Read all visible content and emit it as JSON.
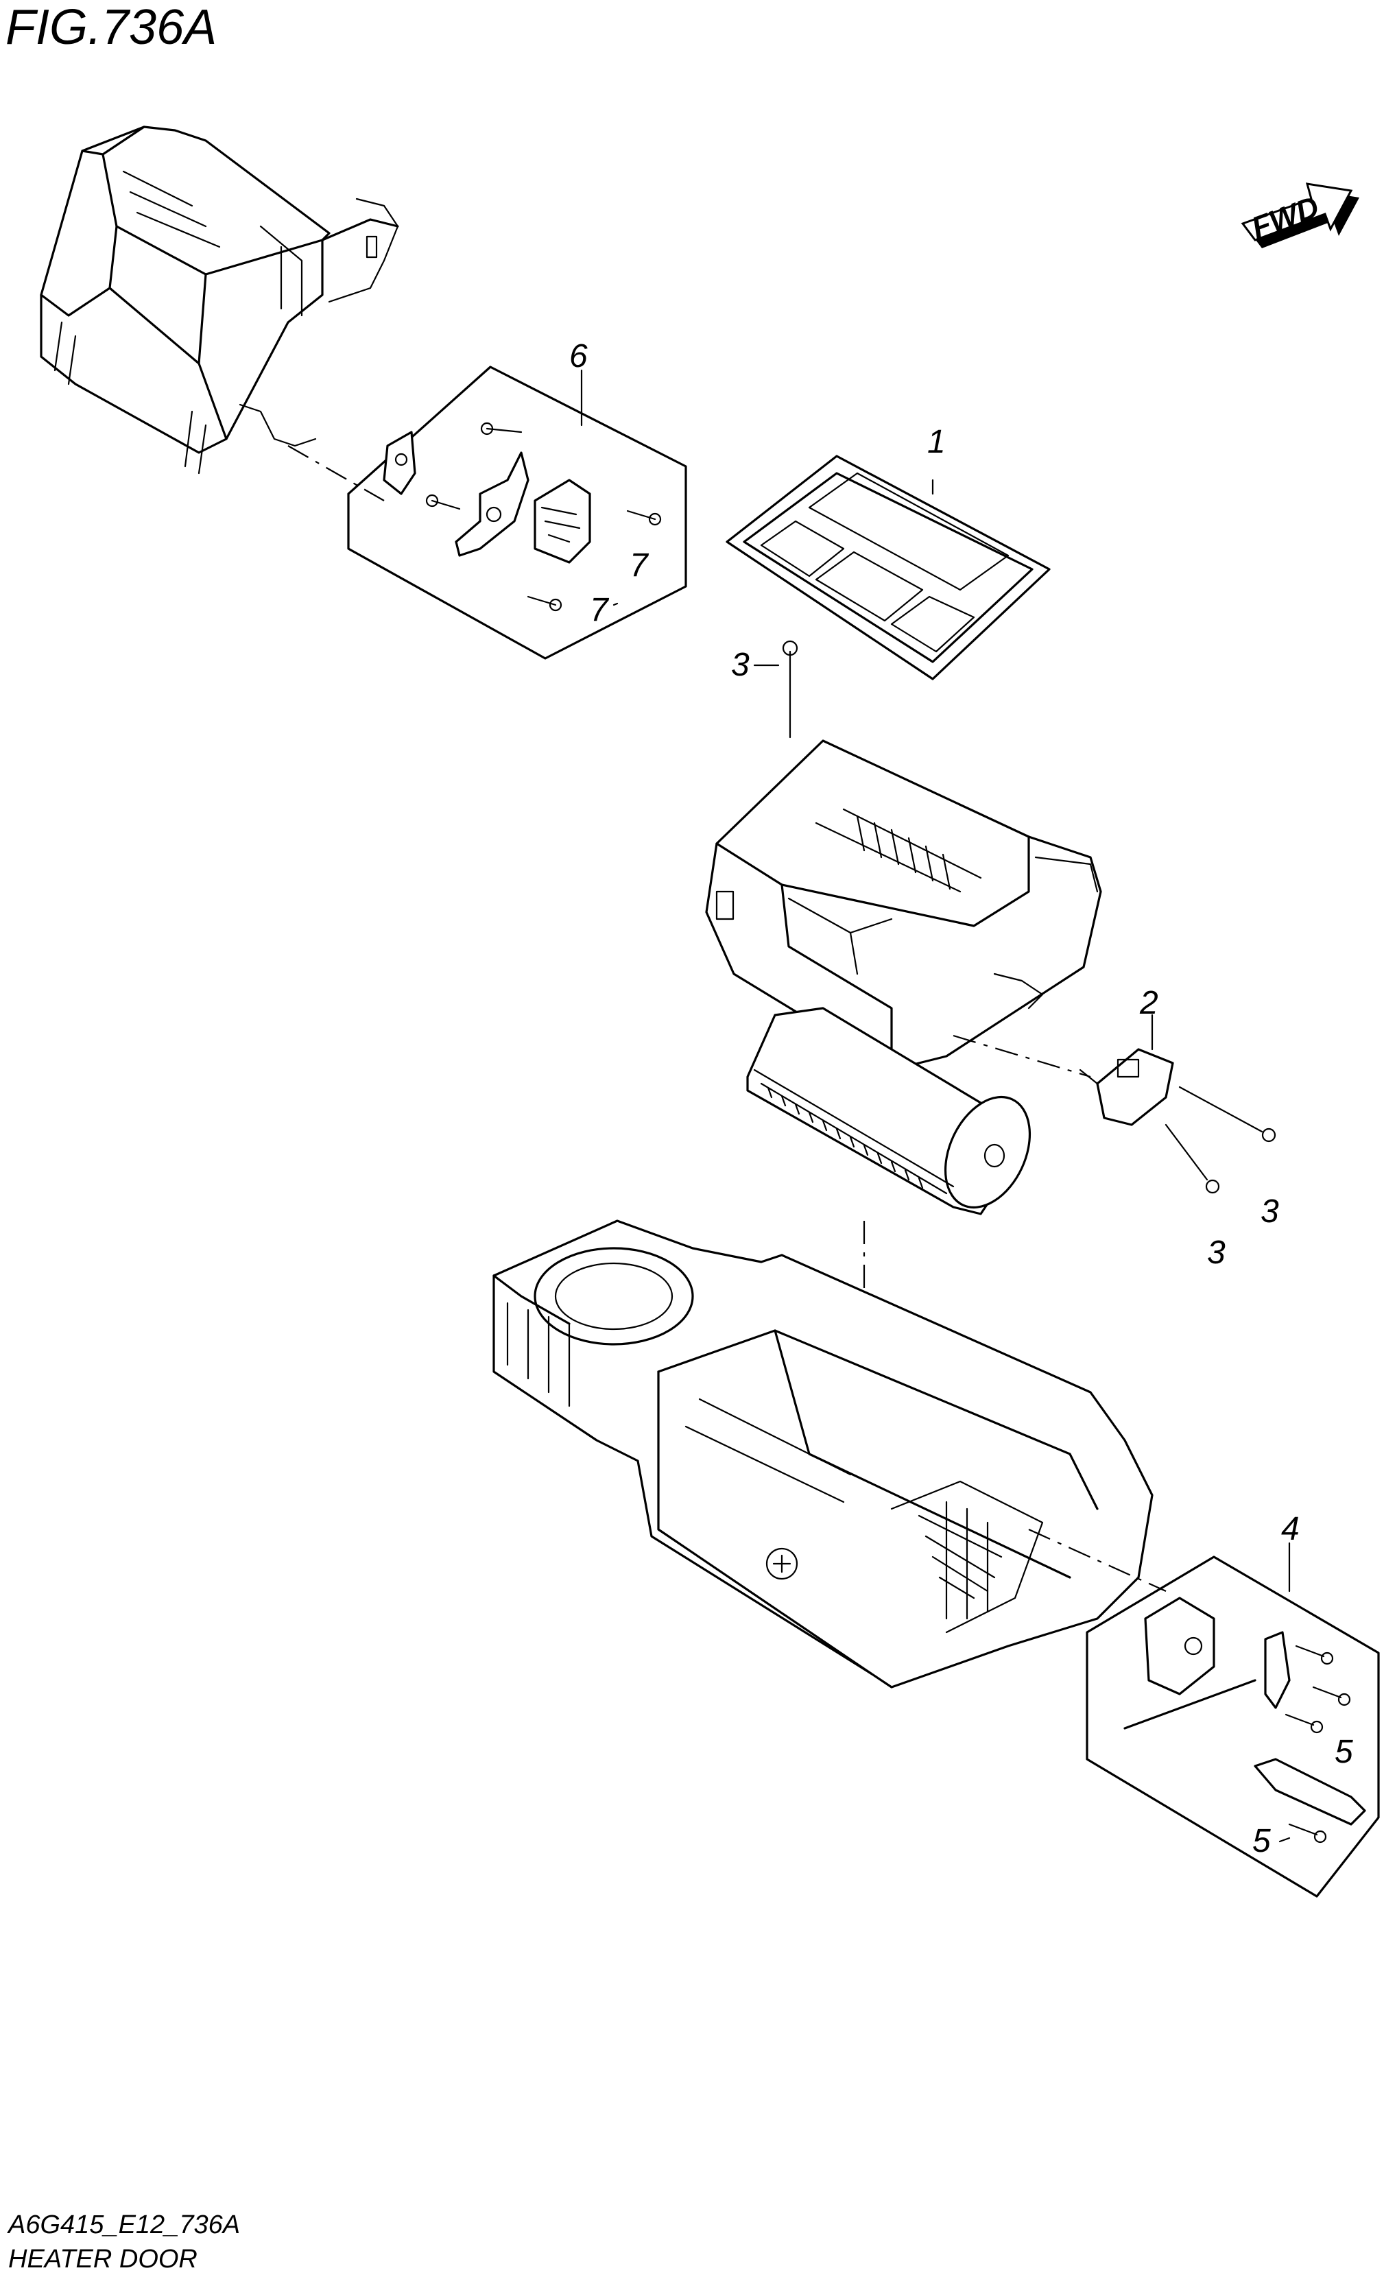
{
  "figure": {
    "title": "FIG.736A",
    "code": "A6G415_E12_736A",
    "name": "HEATER DOOR"
  },
  "direction_badge": {
    "label": "FWD"
  },
  "callouts": {
    "c1": "1",
    "c2": "2",
    "c3a": "3",
    "c3b": "3",
    "c3c": "3",
    "c4": "4",
    "c5a": "5",
    "c5b": "5",
    "c6": "6",
    "c7a": "7",
    "c7b": "7"
  }
}
